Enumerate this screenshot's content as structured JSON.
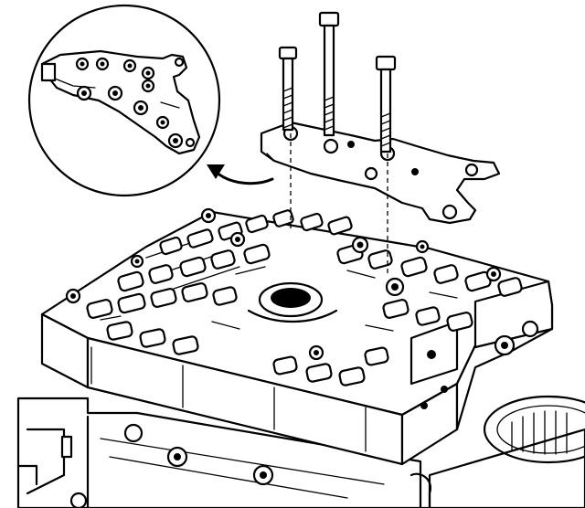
{
  "figure": {
    "background": "#ffffff",
    "ink_color": "#000000",
    "components": [
      {
        "name": "detail-inset",
        "icon": "circle-callout"
      },
      {
        "name": "rotate-arrow",
        "icon": "curved-arrow-left"
      },
      {
        "name": "bolt",
        "count": 3
      },
      {
        "name": "bracket-plate",
        "icon": "plate-bracket"
      },
      {
        "name": "valve-body",
        "icon": "valve-body-block"
      },
      {
        "name": "transmission-case",
        "icon": "case-housing"
      }
    ]
  }
}
